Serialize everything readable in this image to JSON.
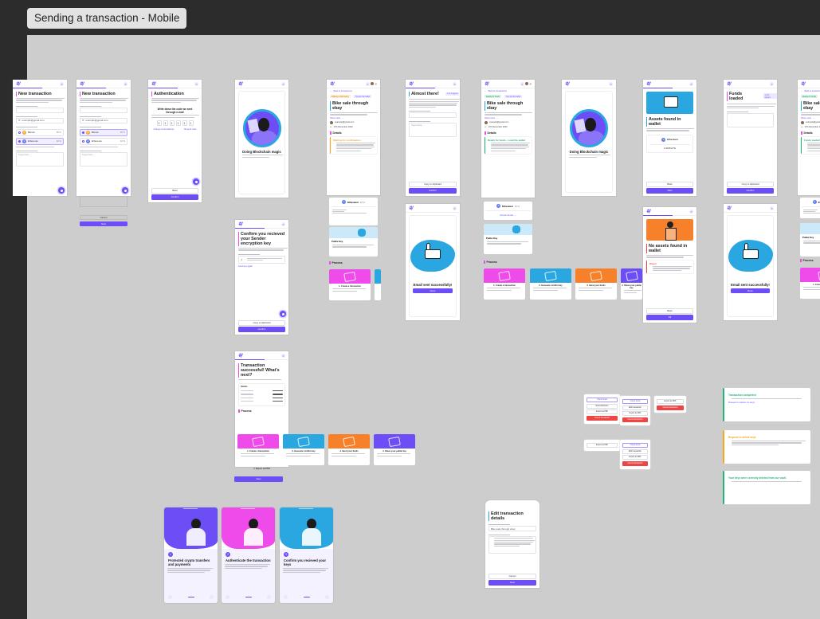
{
  "canvas": {
    "title": "Sending a transaction - Mobile"
  },
  "colors": {
    "primary": "#6c4df6",
    "pink": "#ef4bea",
    "blue": "#2aa7e1",
    "orange": "#f7812b",
    "green": "#22b573",
    "red": "#ef4444",
    "amber": "#f5a623",
    "canvas": "#cdcdcd"
  },
  "common": {
    "logo": "#/",
    "next": "Next",
    "back": "Back",
    "cancel": "Cancel",
    "confirm": "Confirm",
    "bitcoin": "Bitcoin",
    "ethereum": "Ethereum",
    "btc": "BTC",
    "eth": "ETH",
    "details": "Details",
    "process": "Process",
    "public_key": "Public Key",
    "back_to_transactions": "Back to transactions",
    "show_more": "Show more",
    "copy": "Copy to clipboard",
    "export_pdf": "Export as PDF",
    "edit_transaction": "Edit transaction",
    "cancel_transaction": "Cancel transaction",
    "check_funds": "Check funds",
    "email": "example@gmail.com",
    "type_here": "Type here...",
    "done": "Done",
    "ok": "Ok",
    "date": "17th December 2022"
  },
  "screens": {
    "new_tx": {
      "title": "New transaction"
    },
    "auth": {
      "title": "Authentication",
      "prompt": "Write down the code we sent through e-mail",
      "code": [
        "1",
        "1",
        "1",
        "1",
        "1",
        "1"
      ],
      "change_email": "Change email address",
      "resend": "Resend code"
    },
    "magic": {
      "title": "Doing Blockchain magic"
    },
    "bike": {
      "title": "Bike sale through ebay",
      "badge_waiting": "Waiting confirmation",
      "badge_ready": "Ready for funds",
      "badge_seller": "You are the seller",
      "waiting_title": "Waiting for confirmation",
      "ready_title": "Ready for funds - Load the wallet",
      "funds_title": "Funds loaded"
    },
    "almost": {
      "title": "Almost there!",
      "badge": "1 of 1 signed"
    },
    "email_sent": {
      "title": "Email sent successfully!"
    },
    "assets": {
      "title": "Assets found in wallet",
      "amount": "0.2435 ETH"
    },
    "no_assets": {
      "title": "No assets found in wallet",
      "oops": "Oops!"
    },
    "funds": {
      "title": "Funds loaded",
      "badge": "1 of 1 signed"
    },
    "confirm_key": {
      "title": "Confirm you recieved your Sender encryption key",
      "link": "Send key again"
    },
    "success": {
      "title": "Transaction successful! What's next?",
      "details": "Details"
    },
    "edit": {
      "title": "Edit transaction details",
      "value": "Bike sale through ebay"
    }
  },
  "process_steps": [
    "1. Create a transaction",
    "2. Generate confirm key",
    "3. Send your funds",
    "4. Share your public key"
  ],
  "onboarding": [
    {
      "num": "1",
      "title": "Protected crypto transfers and payments"
    },
    {
      "num": "2",
      "title": "Authenticate the transaction"
    },
    {
      "num": "3",
      "title": "Confirm you recieved your keys"
    }
  ],
  "alerts": [
    {
      "title": "Transaction completed",
      "link": "Request to delete my keys"
    },
    {
      "title": "Request to delete keys"
    },
    {
      "title": "Your keys were correctly deleted from our vault."
    }
  ]
}
